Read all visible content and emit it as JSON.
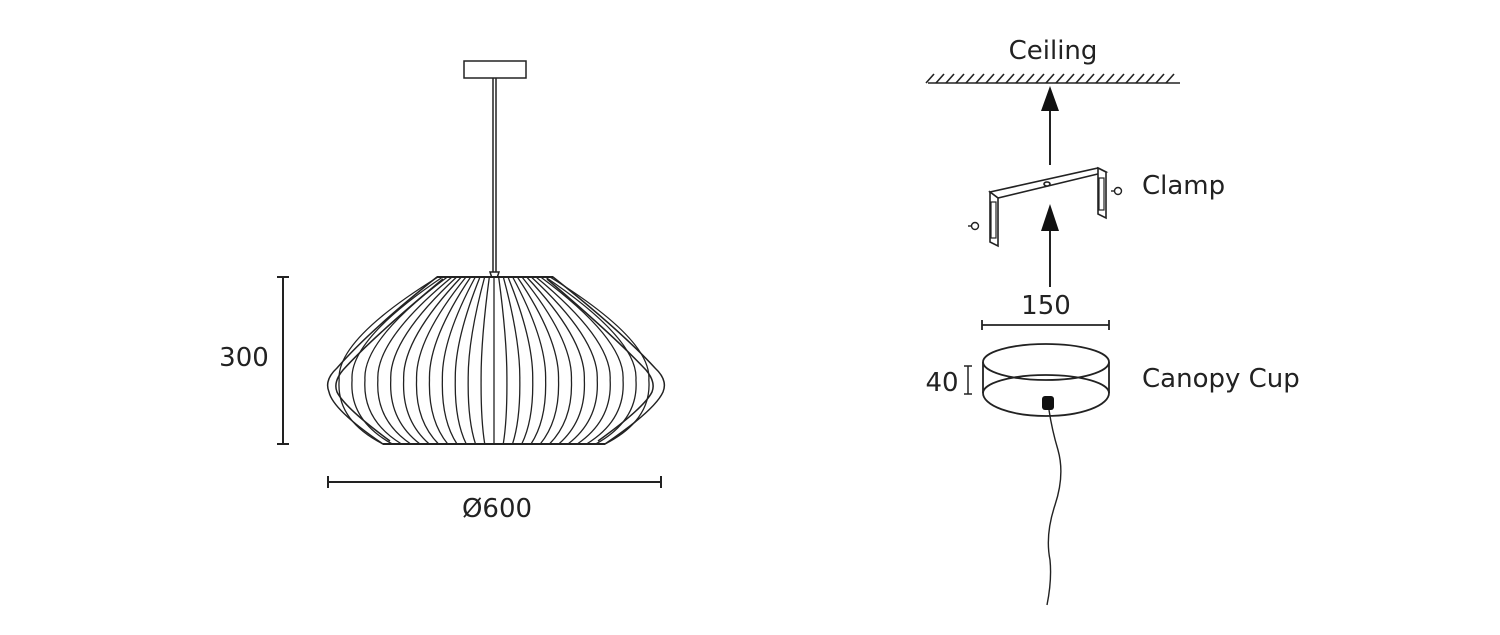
{
  "pendant": {
    "height_label": "300",
    "diameter_label": "Ø600",
    "height_mm": 300,
    "diameter_mm": 600
  },
  "mounting": {
    "ceiling_label": "Ceiling",
    "clamp_label": "Clamp",
    "canopy_label": "Canopy Cup",
    "canopy_width_label": "150",
    "canopy_height_label": "40",
    "canopy_width_mm": 150,
    "canopy_height_mm": 40
  },
  "colors": {
    "line": "#222222",
    "background": "#ffffff"
  }
}
